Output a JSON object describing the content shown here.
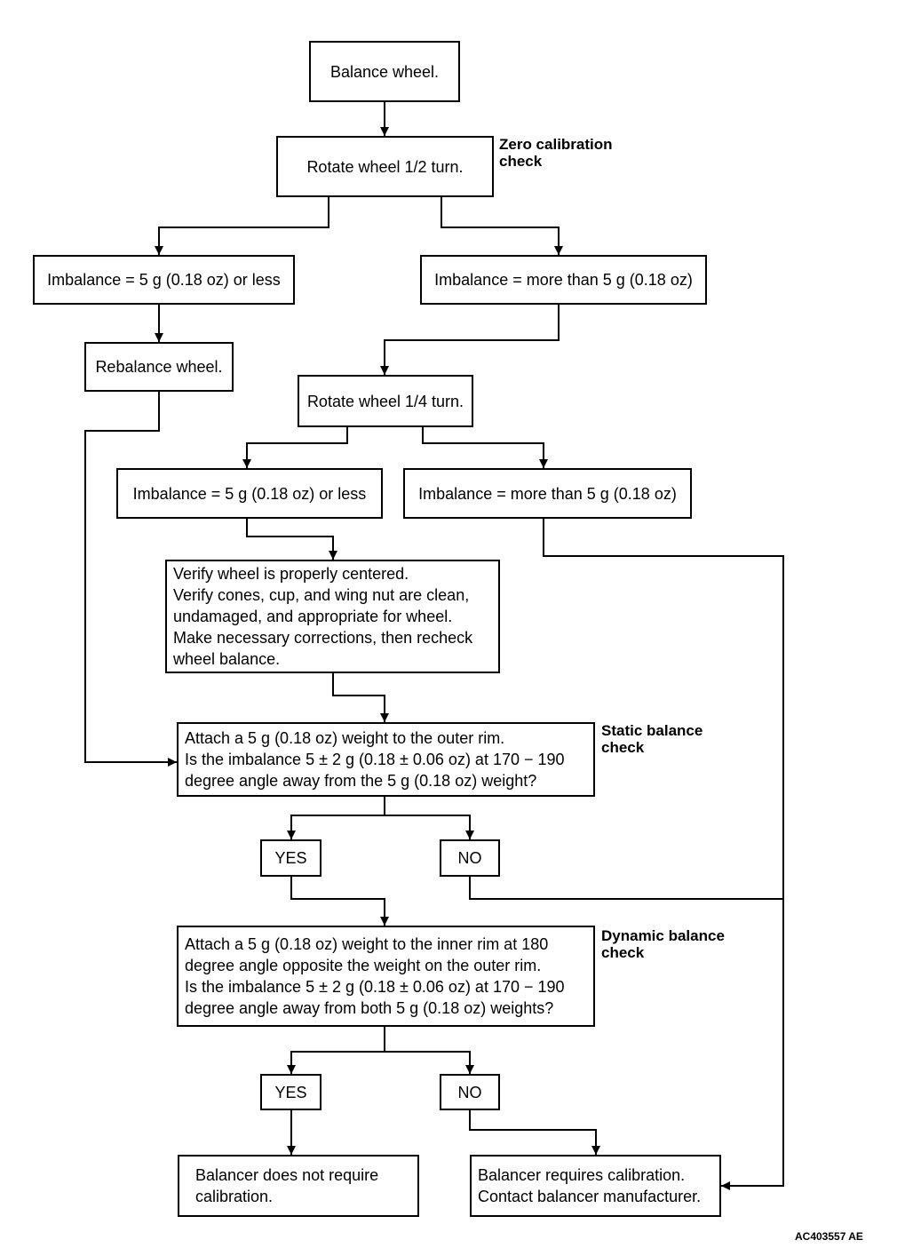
{
  "boxes": {
    "balance_wheel": "Balance wheel.",
    "rotate_half": "Rotate wheel 1/2 turn.",
    "imb_left_1": "Imbalance = 5 g (0.18 oz) or less",
    "imb_right_1": "Imbalance = more than 5 g (0.18 oz)",
    "rebalance": "Rebalance wheel.",
    "rotate_quarter": "Rotate wheel 1/4 turn.",
    "imb_left_2": "Imbalance = 5 g (0.18 oz) or less",
    "imb_right_2": "Imbalance = more than 5 g (0.18 oz)",
    "verify": [
      "Verify wheel is properly centered.",
      "Verify cones, cup, and wing nut are clean,",
      "undamaged, and appropriate for wheel.",
      "Make necessary corrections, then recheck",
      "wheel balance."
    ],
    "static_q": [
      "Attach a 5 g (0.18 oz) weight to the outer rim.",
      "Is the imbalance 5 ± 2 g (0.18 ± 0.06 oz) at 170 − 190",
      "degree angle away from the 5 g (0.18 oz) weight?"
    ],
    "yes_1": "YES",
    "no_1": "NO",
    "dynamic_q": [
      "Attach a 5 g (0.18 oz) weight to the inner rim at 180",
      "degree angle opposite the weight on the outer rim.",
      "Is the imbalance 5 ± 2 g (0.18 ± 0.06 oz) at 170 − 190",
      "degree angle away from both 5 g (0.18 oz) weights?"
    ],
    "yes_2": "YES",
    "no_2": "NO",
    "no_calibration": [
      "Balancer does not require",
      "calibration."
    ],
    "requires_calibration": [
      "Balancer requires calibration.",
      "Contact balancer manufacturer."
    ]
  },
  "side_labels": {
    "zero": [
      "Zero calibration",
      "check"
    ],
    "static": [
      "Static balance",
      "check"
    ],
    "dynamic": [
      "Dynamic balance",
      "check"
    ]
  },
  "figure_id": "AC403557 AE",
  "colors": {
    "line": "#000000",
    "background": "#ffffff"
  }
}
